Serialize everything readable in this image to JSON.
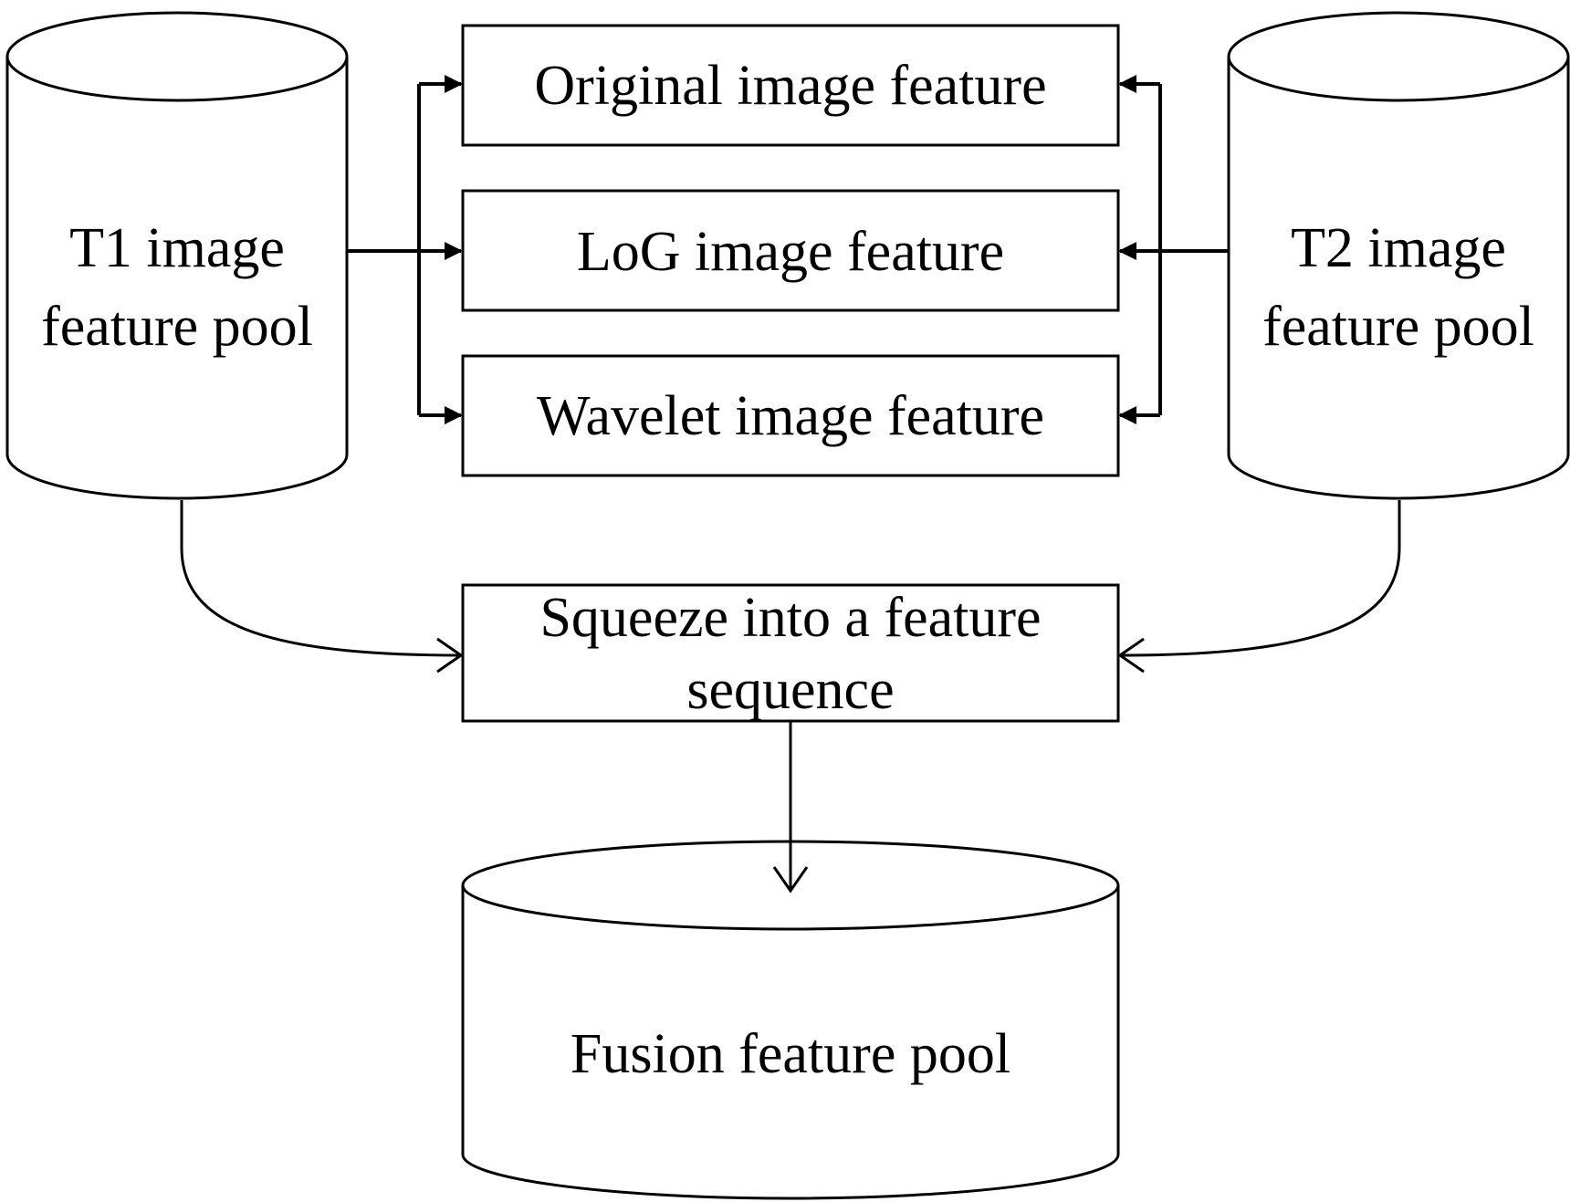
{
  "nodes": {
    "t1_pool": {
      "line1": "T1 image",
      "line2": "feature pool"
    },
    "t2_pool": {
      "line1": "T2 image",
      "line2": "feature pool"
    },
    "original_feature": {
      "label": "Original image feature"
    },
    "log_feature": {
      "label": "LoG image feature"
    },
    "wavelet_feature": {
      "label": "Wavelet image feature"
    },
    "squeeze": {
      "line1": "Squeeze into a feature",
      "line2": "sequence"
    },
    "fusion_pool": {
      "label": "Fusion feature pool"
    }
  },
  "colors": {
    "stroke": "#000000",
    "fill": "#ffffff"
  }
}
